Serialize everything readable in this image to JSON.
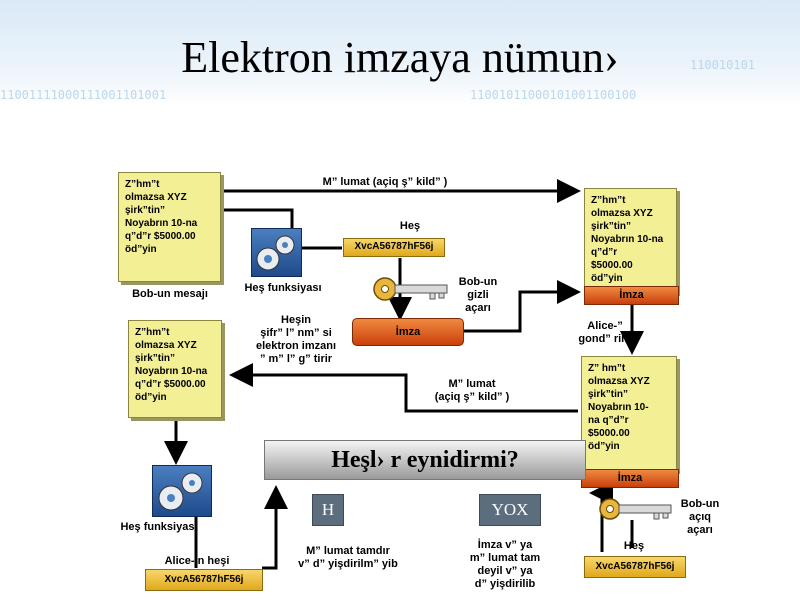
{
  "slide": {
    "title": "Elektron imzaya nümun›",
    "binary_text": [
      "11001111000111001101001",
      "11001011000101001100100",
      "110010101"
    ]
  },
  "notes": {
    "original": "Z”hm”t\nolmazsa XYZ\nşirk”tin”\nNoyabrın 10-na\nq”d”r $5000.00\nöd”yin",
    "received_top": "Z”hm”t\nolmazsa XYZ\nşirk”tin”\nNoyabrın 10-na\nq”d”r\n$5000.00\nöd”yin",
    "recovered": "Z”hm”t\nolmazsa XYZ\nşirk”tin”\nNoyabrın 10-na\nq”d”r $5000.00\nöd”yin",
    "received_bottom": "Z” hm”t\nolmazsa XYZ\nşirk”tin”\nNoyabrın 10-\nna q”d”r\n$5000.00\nöd”yin"
  },
  "labels": {
    "message_plain_top": "M” lumat (açiq ş” kild” )",
    "bob_message": "Bob-un mesajı",
    "hash_title": "Heş",
    "hash_value": "XvcA56787hF56j",
    "hash_function": "Heş funksiyası",
    "bob_private_key": "Bob-un\ngizli\naçarı",
    "imza": "İmza",
    "hash_encrypt": "Heşin\nşifr” l” nm” si\nelektron imzanı\n” m” l” g” tirir",
    "alice_sent": "Alice-”\ngond” rilir",
    "message_plain_mid": "M” lumat\n(açiq ş” kild” )",
    "imza_bottom": "İmza",
    "bob_public_key": "Bob-un\naçıq\naçarı",
    "hash_bottom_title": "Heş",
    "hash_value_bottom": "XvcA56787hF56j",
    "hash_function_left": "Heş funksiyası",
    "alice_hash": "Alice-in heşi",
    "alice_hash_value": "XvcA56787hF56j",
    "question": "Heşl› r eynidirmi?",
    "yes": "H",
    "no": "YOX",
    "yes_text": "M” lumat tamdır\nv” d” yişdirilm” yib",
    "no_text": "İmza v” ya\nm” lumat tam\ndeyil v” ya\nd” yişdirilib"
  },
  "colors": {
    "note_fill": "#f3ef95",
    "hash_gold": "#e0a81c",
    "imza_orange": "#c9400c",
    "gear_blue": "#1e4a8a",
    "answer_grey": "#5c6d7e"
  },
  "icons": [
    "gears-icon",
    "key-icon",
    "arrow-icon"
  ]
}
